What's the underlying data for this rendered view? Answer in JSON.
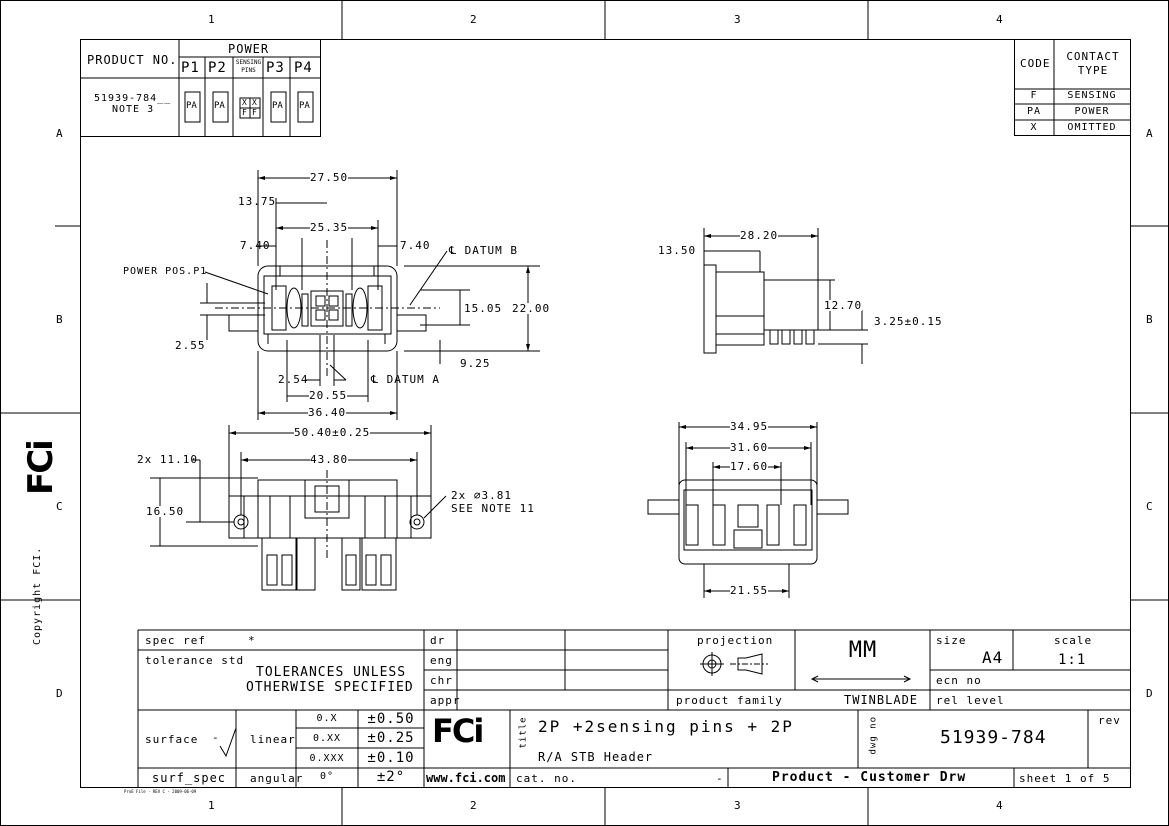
{
  "border": {
    "columns": [
      "1",
      "2",
      "3",
      "4"
    ],
    "rows": [
      "A",
      "B",
      "C",
      "D"
    ]
  },
  "product_table": {
    "product_no_label": "PRODUCT NO.",
    "power_label": "POWER",
    "pins": [
      "P1",
      "P2",
      "P3",
      "P4"
    ],
    "sensing_label_1": "SENSING",
    "sensing_label_2": "PINS",
    "part_number": "51939-784__",
    "note": "NOTE 3",
    "cell_values": [
      "PA",
      "PA",
      "PA",
      "PA"
    ],
    "sensing_values": [
      "X",
      "X",
      "F",
      "F"
    ]
  },
  "legend_table": {
    "header_code": "CODE",
    "header_type_1": "CONTACT",
    "header_type_2": "TYPE",
    "rows": [
      {
        "code": "F",
        "type": "SENSING"
      },
      {
        "code": "PA",
        "type": "POWER"
      },
      {
        "code": "X",
        "type": "OMITTED"
      }
    ]
  },
  "dimensions": {
    "front": {
      "d27_50": "27.50",
      "d13_75": "13.75",
      "d25_35": "25.35",
      "d7_40a": "7.40",
      "d7_40b": "7.40",
      "datum_b": "℄ DATUM B",
      "power_pos": "POWER POS.P1",
      "d15_05": "15.05",
      "d22_00": "22.00",
      "d2_55": "2.55",
      "d9_25": "9.25",
      "d2_54": "2.54",
      "datum_a": "℄ DATUM A",
      "d20_55": "20.55",
      "d36_40": "36.40"
    },
    "side": {
      "d28_20": "28.20",
      "d13_50": "13.50",
      "d12_70": "12.70",
      "d3_25": "3.25±0.15"
    },
    "bottom": {
      "d50_40": "50.40±0.25",
      "d11_10": "2x 11.10",
      "d43_80": "43.80",
      "d16_50": "16.50",
      "hole_1": "2x ∅3.81",
      "hole_2": "SEE NOTE 11"
    },
    "top": {
      "d34_95": "34.95",
      "d31_60": "31.60",
      "d17_60": "17.60",
      "d21_55": "21.55"
    }
  },
  "title_block": {
    "spec_ref_label": "spec ref",
    "spec_ref_value": "*",
    "tolerance_std_label": "tolerance std",
    "tolerances_line1": "TOLERANCES UNLESS",
    "tolerances_line2": "OTHERWISE SPECIFIED",
    "surface_label": "surface",
    "surface_value": "-",
    "linear_label": "linear",
    "angular_label": "angular",
    "surf_spec_label": "surf_spec",
    "tol_rows": [
      {
        "fmt": "0.X",
        "val": "±0.50"
      },
      {
        "fmt": "0.XX",
        "val": "±0.25"
      },
      {
        "fmt": "0.XXX",
        "val": "±0.10"
      }
    ],
    "angular_fmt": "0°",
    "angular_val": "±2°",
    "roles": [
      "dr",
      "eng",
      "chr",
      "appr"
    ],
    "projection_label": "projection",
    "units": "MM",
    "size_label": "size",
    "size_value": "A4",
    "scale_label": "scale",
    "scale_value": "1:1",
    "ecn_label": "ecn no",
    "product_family_label": "product family",
    "product_family_value": "TWINBLADE",
    "rel_level_label": "rel level",
    "title_label": "title",
    "title_line1": "2P +2sensing pins + 2P",
    "title_line2": "R/A STB Header",
    "dwg_label": "dwg no",
    "dwg_no": "51939-784",
    "rev_label": "rev",
    "website": "www.fci.com",
    "cat_label": "cat. no.",
    "cat_value": "-",
    "drawing_type": "Product - Customer Drw",
    "sheet": "sheet 1 of 5",
    "logo_text": "FCi"
  },
  "side_margin": {
    "copyright": "Copyright FCI.",
    "logo_text": "FCi"
  },
  "footnote": "ProE File - REV C - 2009-06-09"
}
